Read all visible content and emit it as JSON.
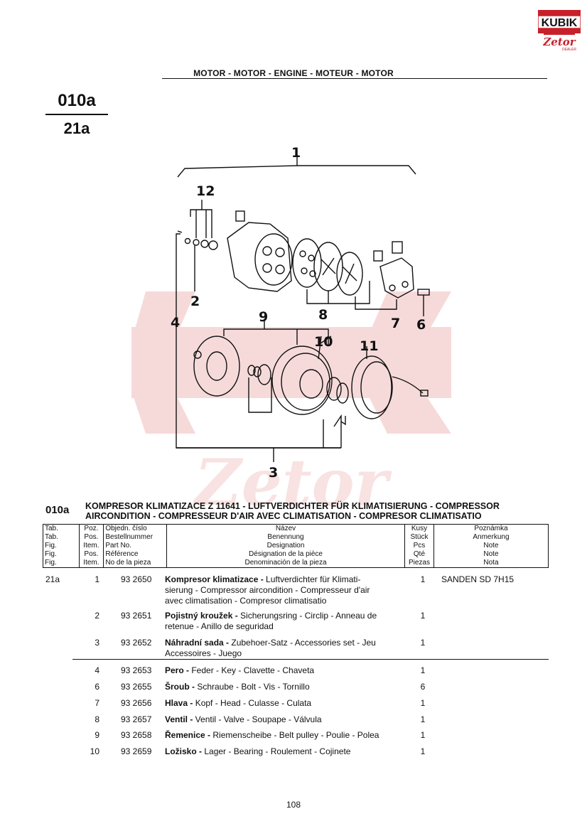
{
  "logo": {
    "brand": "KUBIK",
    "sub": "Zetor",
    "tag": "DEALER",
    "colors": {
      "red": "#c8202a",
      "dark": "#111111"
    }
  },
  "header": {
    "title": "MOTOR - MOTOR - ENGINE - MOTEUR - MOTOR"
  },
  "tab_number": "010a",
  "fig_number": "21a",
  "diagram_labels": [
    "1",
    "12",
    "2",
    "4",
    "9",
    "10",
    "11",
    "8",
    "7",
    "6",
    "3"
  ],
  "section": {
    "code": "010a",
    "title_line1": "KOMPRESOR KLIMATIZACE Z 11641 - LUFTVERDICHTER FÜR KLIMATISIERUNG - COMPRESSOR",
    "title_line2": "AIRCONDITION - COMPRESSEUR D'AIR AVEC CLIMATISATION - COMPRESOR CLIMATISATIO"
  },
  "table_header": {
    "tab": [
      "Tab.",
      "Tab.",
      "Fig.",
      "Fig.",
      "Fig."
    ],
    "pos": [
      "Poz.",
      "Pos.",
      "Item.",
      "Pos.",
      "Item."
    ],
    "part": [
      "Objedn. číslo",
      "Bestellnummer",
      "Part No.",
      "Référence",
      "No de la pieza"
    ],
    "name": [
      "Název",
      "Benennung",
      "Designation",
      "Désignation de la pièce",
      "Denominación de la pieza"
    ],
    "qty": [
      "Kusy",
      "Stück",
      "Pcs",
      "Qté",
      "Piezas"
    ],
    "note": [
      "Poznámka",
      "Anmerkung",
      "Note",
      "Note",
      "Nota"
    ]
  },
  "rows": [
    {
      "tab": "21a",
      "pos": "1",
      "part": "93 2650",
      "name_bold": "Kompresor klimatizace -",
      "name_rest": " Luftverdichter für Klimati-",
      "line2": "sierung - Compressor aircondition - Compresseur d'air",
      "line3": "avec climatisation - Compresor climatisatio",
      "qty": "1",
      "note": "SANDEN SD 7H15"
    },
    {
      "tab": "",
      "pos": "2",
      "part": "93 2651",
      "name_bold": "Pojistný kroužek -",
      "name_rest": " Sicherungsring - Circlip - Anneau de",
      "line2": "retenue - Anillo de seguridad",
      "line3": "",
      "qty": "1",
      "note": ""
    },
    {
      "tab": "",
      "pos": "3",
      "part": "93 2652",
      "name_bold": "Náhradní sada -",
      "name_rest": " Zubehoer-Satz - Accessories set - Jeu",
      "line2": "Accessoires - Juego",
      "line3": "",
      "qty": "1",
      "note": ""
    },
    {
      "tab": "",
      "pos": "4",
      "part": "93 2653",
      "name_bold": "Pero -",
      "name_rest": " Feder - Key - Clavette - Chaveta",
      "line2": "",
      "line3": "",
      "qty": "1",
      "note": ""
    },
    {
      "tab": "",
      "pos": "6",
      "part": "93 2655",
      "name_bold": "Šroub -",
      "name_rest": " Schraube - Bolt - Vis - Tornillo",
      "line2": "",
      "line3": "",
      "qty": "6",
      "note": ""
    },
    {
      "tab": "",
      "pos": "7",
      "part": "93 2656",
      "name_bold": "Hlava -",
      "name_rest": " Kopf - Head - Culasse - Culata",
      "line2": "",
      "line3": "",
      "qty": "1",
      "note": ""
    },
    {
      "tab": "",
      "pos": "8",
      "part": "93 2657",
      "name_bold": "Ventil -",
      "name_rest": " Ventil - Valve - Soupape - Válvula",
      "line2": "",
      "line3": "",
      "qty": "1",
      "note": ""
    },
    {
      "tab": "",
      "pos": "9",
      "part": "93 2658",
      "name_bold": "Řemenice -",
      "name_rest": " Riemenscheibe - Belt pulley - Poulie - Polea",
      "line2": "",
      "line3": "",
      "qty": "1",
      "note": ""
    },
    {
      "tab": "",
      "pos": "10",
      "part": "93 2659",
      "name_bold": "Ložisko -",
      "name_rest": " Lager - Bearing - Roulement - Cojinete",
      "line2": "",
      "line3": "",
      "qty": "1",
      "note": ""
    }
  ],
  "page_number": "108"
}
